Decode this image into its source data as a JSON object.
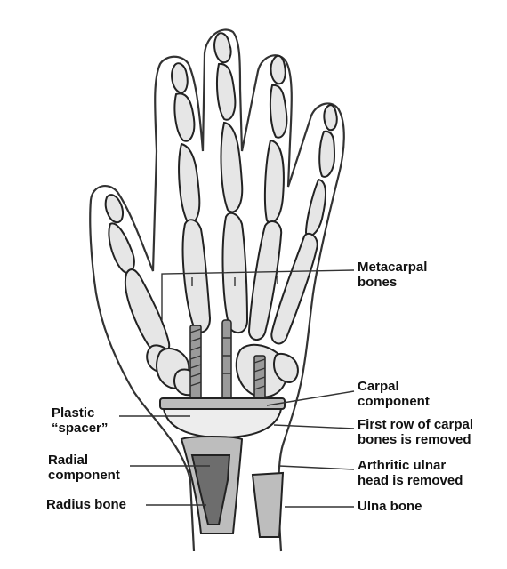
{
  "labels": {
    "metacarpal": [
      "Metacarpal",
      "bones"
    ],
    "carpal_component": [
      "Carpal",
      "component"
    ],
    "first_row": [
      "First row of carpal",
      "bones is removed"
    ],
    "ulnar_head": [
      "Arthritic ulnar",
      "head is removed"
    ],
    "ulna": [
      "Ulna bone"
    ],
    "plastic_spacer": [
      "Plastic",
      "“spacer”"
    ],
    "radial_component": [
      "Radial",
      "component"
    ],
    "radius": [
      "Radius bone"
    ]
  }
}
